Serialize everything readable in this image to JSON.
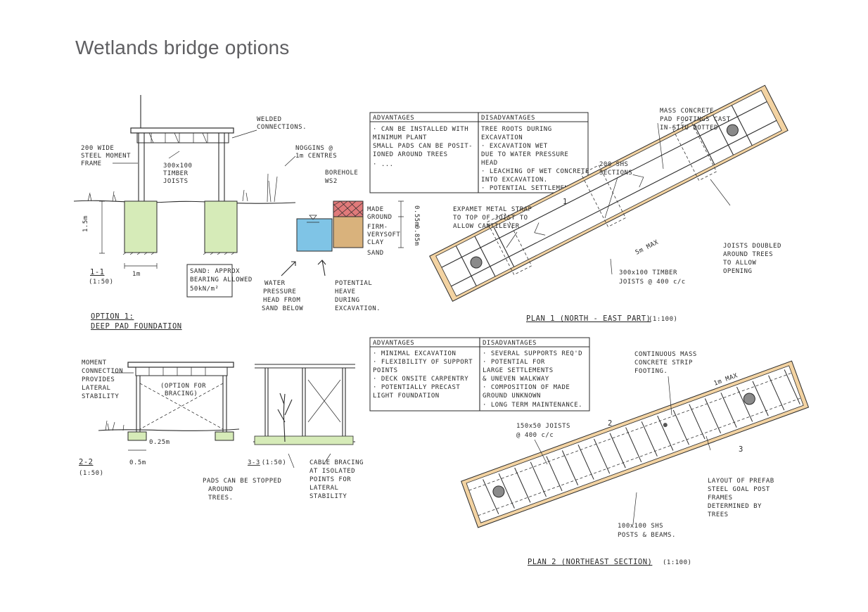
{
  "title": "Wetlands bridge options",
  "colors": {
    "ink": "#2a2a2a",
    "pad_green": "#d6ebb8",
    "water_blue": "#7fc4e6",
    "made_ground_red": "#e07a7a",
    "clay_tan": "#d9b27c",
    "deck_wood": "#f3d3a2"
  },
  "section_1_1": {
    "labels": {
      "frame": [
        "200 WIDE",
        "STEEL MOMENT",
        "FRAME"
      ],
      "joists": [
        "300x100",
        "TIMBER",
        "JOISTS"
      ],
      "welded": [
        "WELDED",
        "CONNECTIONS."
      ],
      "noggins": [
        "NOGGINS @",
        "1m CENTRES"
      ],
      "depth": "1.5m",
      "width": "1m",
      "sand": [
        "SAND: APPROX",
        "BEARING ALLOWED",
        "50kN/m²"
      ],
      "section_id": "1-1",
      "scale": "(1:50)"
    }
  },
  "borehole": {
    "title": [
      "BOREHOLE",
      "WS2"
    ],
    "layers": [
      "MADE",
      "GROUND",
      "FIRM-",
      "VERYSOFT",
      "CLAY",
      "SAND"
    ],
    "dim_1": "0.55m",
    "dim_2": "0.85m",
    "water_note": [
      "WATER",
      "PRESSURE",
      "HEAD FROM",
      "SAND BELOW"
    ],
    "heave_note": [
      "POTENTIAL",
      "HEAVE",
      "DURING",
      "EXCAVATION."
    ]
  },
  "option_1": {
    "title": "OPTION 1:",
    "subtitle": "DEEP PAD FOUNDATION"
  },
  "table_1": {
    "headers": [
      "ADVANTAGES",
      "DISADVANTAGES"
    ],
    "advantages": [
      "· CAN BE INSTALLED WITH",
      "MINIMUM PLANT",
      "SMALL PADS CAN BE POSIT-",
      "IONED AROUND TREES",
      "· ..."
    ],
    "disadvantages": [
      "TREE ROOTS DURING",
      "EXCAVATION",
      "· EXCAVATION WET",
      "DUE TO WATER PRESSURE",
      "HEAD",
      "· LEACHING OF WET CONCRETE",
      "INTO EXCAVATION.",
      "· POTENTIAL SETTLEMENT."
    ]
  },
  "plan_1": {
    "mass_concrete": [
      "MASS CONCRETE",
      "PAD FOOTINGS CAST",
      "IN-SITU DOTTED"
    ],
    "shs": [
      "200 SHS",
      "SECTIONS"
    ],
    "strap": [
      "EXPAMET METAL STRAP",
      "TO TOP OF JOIST TO",
      "ALLOW CANTILEVER"
    ],
    "span": "5m MAX",
    "timber": [
      "300x100 TIMBER",
      "JOISTS @ 400 c/c"
    ],
    "joists_doubled": [
      "JOISTS DOUBLED",
      "AROUND TREES",
      "TO ALLOW",
      "OPENING"
    ],
    "section_mark": "1",
    "caption": "PLAN 1 (NORTH - EAST PART)",
    "scale": "(1:100)"
  },
  "section_2_2": {
    "moment": [
      "MOMENT",
      "CONNECTION",
      "PROVIDES",
      "LATERAL",
      "STABILITY"
    ],
    "bracing": [
      "(OPTION FOR",
      "BRACING)"
    ],
    "pad_depth": "0.25m",
    "pad_width": "0.5m",
    "section_id": "2-2",
    "scale": "(1:50)"
  },
  "section_3_3": {
    "section_id": "3-3",
    "scale": "(1:50)",
    "pads_note": [
      "PADS CAN BE STOPPED",
      "AROUND",
      "TREES."
    ],
    "cable_note": [
      "CABLE BRACING",
      "AT ISOLATED",
      "POINTS FOR",
      "LATERAL",
      "STABILITY"
    ]
  },
  "table_2": {
    "headers": [
      "ADVANTAGES",
      "DISADVANTAGES"
    ],
    "advantages": [
      "· MINIMAL EXCAVATION",
      "· FLEXIBILITY OF SUPPORT",
      "POINTS",
      "· DECK ONSITE CARPENTRY",
      "· POTENTIALLY PRECAST",
      "LIGHT FOUNDATION"
    ],
    "disadvantages": [
      "· SEVERAL SUPPORTS REQ'D",
      "· POTENTIAL FOR",
      "LARGE SETTLEMENTS",
      "& UNEVEN WALKWAY",
      "· COMPOSITION OF MADE",
      "GROUND UNKNOWN",
      "· LONG TERM MAINTENANCE."
    ]
  },
  "plan_2": {
    "strip": [
      "CONTINUOUS MASS",
      "CONCRETE STRIP",
      "FOOTING."
    ],
    "spacing": "1m MAX",
    "joists": [
      "150x50 JOISTS",
      "@ 400 c/c"
    ],
    "layout": [
      "LAYOUT OF PREFAB",
      "STEEL GOAL POST",
      "FRAMES",
      "DETERMINED BY",
      "TREES"
    ],
    "posts": [
      "100x100 SHS",
      "POSTS & BEAMS."
    ],
    "mark_2": "2",
    "mark_3": "3",
    "caption": "PLAN 2 (NORTHEAST SECTION)",
    "scale": "(1:100)"
  }
}
